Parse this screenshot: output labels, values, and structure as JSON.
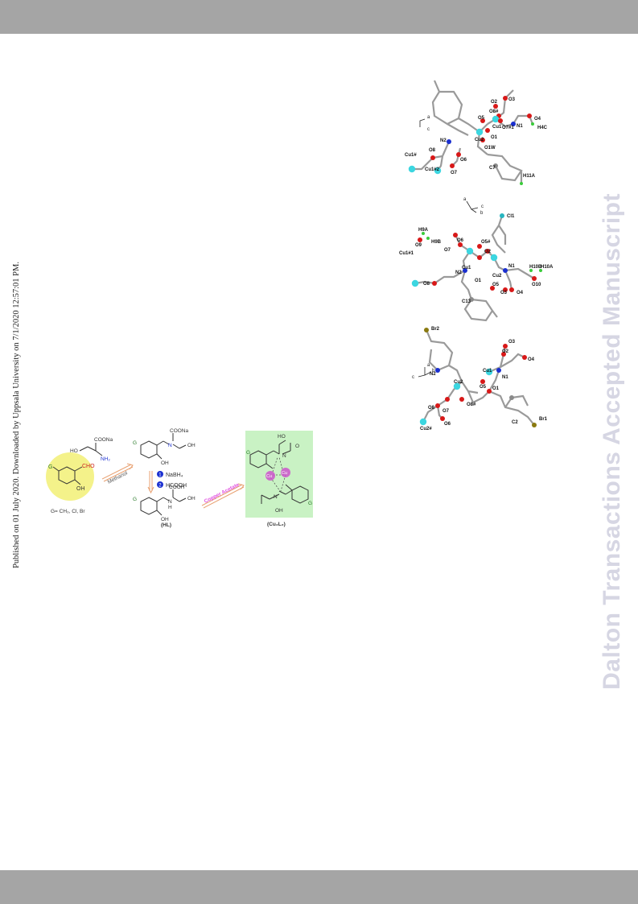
{
  "sidebar_text": "Published on 01 July 2020. Downloaded by Uppsala University on 7/1/2020 12:57:01 PM.",
  "watermark": "Dalton Transactions Accepted Manuscript",
  "colors": {
    "header_bar": "#a5a5a5",
    "watermark": "#d6d6e3",
    "copper": "#3cd6e0",
    "oxygen": "#d81818",
    "nitrogen": "#1a2fd0",
    "carbon": "#8a8a8a",
    "fluorine": "#3acb3a",
    "chlorine": "#27b5c0",
    "bromine": "#8a7a10",
    "highlight_yellow": "#f4f28a",
    "highlight_green": "#c9f2c4",
    "copper_ion": "#cc55cc"
  },
  "scheme": {
    "reactant_label": "CHO",
    "reactant_oh": "OH",
    "reactant_g": "G",
    "g_definition": "G= CH₃, Cl, Br",
    "serine_label": "COONa",
    "serine_nh2": "NH₂",
    "serine_ho": "HO",
    "step1": "Methanol",
    "schiff_coona": "COONa",
    "schiff_n": "N",
    "schiff_oh1": "OH",
    "schiff_oh2": "OH",
    "schiff_g": "G",
    "reagent1_num": "1",
    "reagent1": "NaBH₄",
    "reagent2_num": "2",
    "reagent2": "HCOOH",
    "hl_cooh": "COOH",
    "hl_nh": "N",
    "hl_h": "H",
    "hl_oh1": "OH",
    "hl_oh2": "OH",
    "hl_g": "G",
    "hl_label": "(HL)",
    "step2": "Copper Acetate",
    "complex_ho1": "HO",
    "complex_o1": "O",
    "complex_n1": "N",
    "complex_n2": "N",
    "complex_cu1": "Cu",
    "complex_cu2": "Cu",
    "complex_oh": "OH",
    "complex_g1": "G",
    "complex_g2": "G",
    "complex_label": "(Cu₂L₂)"
  },
  "structure1": {
    "labels": [
      "O2",
      "O3",
      "O5",
      "O8#",
      "Cu1",
      "O7#1",
      "N1",
      "O4",
      "H4C",
      "N2",
      "Cu2",
      "O1",
      "O1W",
      "O8",
      "O6",
      "Cu1#",
      "Cu1#2",
      "O7",
      "C7",
      "H11A"
    ],
    "axes": [
      "a",
      "c"
    ]
  },
  "structure2": {
    "labels": [
      "Cl1",
      "H9A",
      "O9",
      "H9B",
      "O6",
      "O5#",
      "O7",
      "H10B",
      "H10A",
      "O10",
      "Cu1#1",
      "Cu1",
      "O2",
      "N1",
      "N2",
      "O1",
      "Cu2",
      "O5",
      "O8",
      "O3",
      "O4",
      "C13"
    ],
    "axes": [
      "a",
      "c",
      "b"
    ]
  },
  "structure3": {
    "labels": [
      "Br2",
      "O3",
      "O2",
      "O4",
      "Cu1",
      "N1",
      "N2",
      "Cu2",
      "O5",
      "O1",
      "O8",
      "O8#",
      "O6",
      "O7",
      "C2",
      "Cu2#",
      "Br1"
    ],
    "axes": [
      "a",
      "b",
      "c"
    ]
  }
}
